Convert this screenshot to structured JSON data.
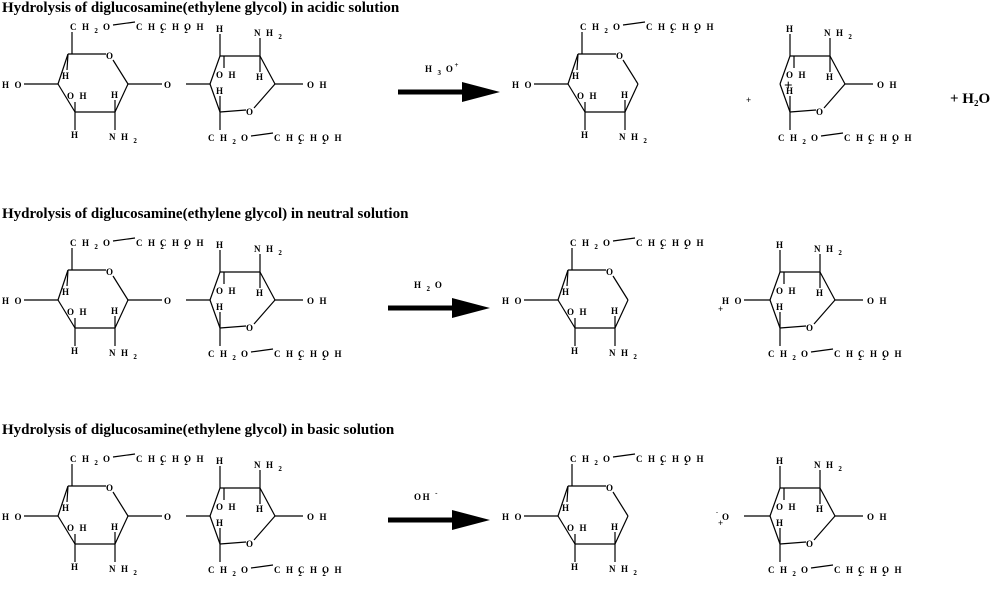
{
  "reactions": [
    {
      "title": "Hydrolysis of diglucosamine(ethylene glycol) in acidic solution",
      "reagent": "H",
      "reagent_sub": "3",
      "reagent_tail": "O",
      "reagent_sup": "+",
      "second_product_charge": "+",
      "plus": "+",
      "extra_product": "+ H₂O"
    },
    {
      "title": "Hydrolysis of diglucosamine(ethylene glycol) in neutral solution",
      "reagent": "H",
      "reagent_sub": "2",
      "reagent_tail": "O",
      "reagent_sup": "",
      "second_product_charge": "",
      "plus": "+",
      "extra_product": ""
    },
    {
      "title": "Hydrolysis of diglucosamine(ethylene glycol) in basic solution",
      "reagent": "OH",
      "reagent_sub": "",
      "reagent_tail": "",
      "reagent_sup": "-",
      "second_product_charge": "-",
      "plus": "+",
      "extra_product": ""
    }
  ],
  "labels": {
    "side_chain": "C H 2 O — C H 2 C H 2 O H",
    "ch2o": "C H",
    "sub2": "2",
    "o": "O",
    "ch2ch2oh": "C H",
    "ch2ch2oh_b": "C H",
    "oh_tail": "O H",
    "ring_o": "O",
    "link_o": "O",
    "ho": "H O",
    "oh": "O H",
    "h": "H",
    "nh": "N H",
    "oh_h": "O H"
  }
}
